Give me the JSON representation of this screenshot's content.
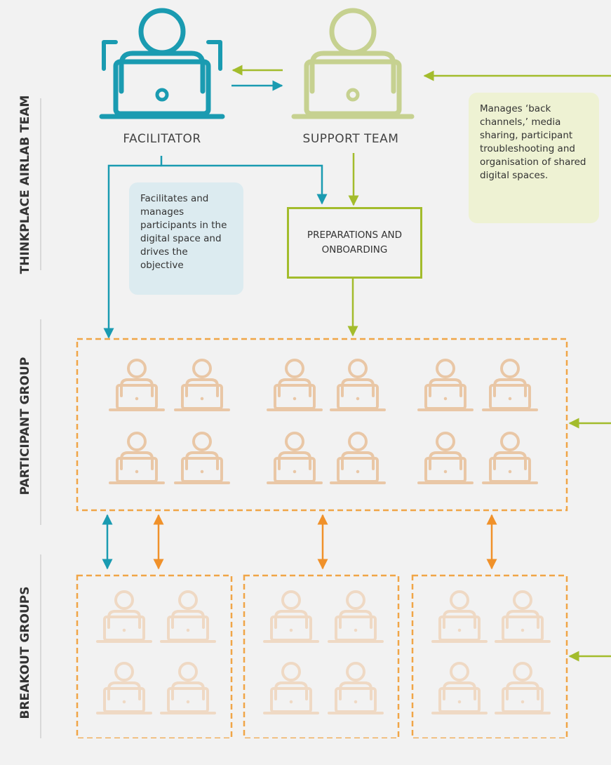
{
  "sections": {
    "team": "THINKPLACE  AIRLAB TEAM",
    "participant": "PARTICIPANT  GROUP",
    "breakout": "BREAKOUT GROUPS"
  },
  "roles": {
    "facilitator": "FACILITATOR",
    "support": "SUPPORT TEAM"
  },
  "notes": {
    "facilitator": "Facilitates and manages participants in the digital space and drives the objective",
    "support": "Manages ‘back channels,’ media sharing, participant troubleshooting and organisation of shared digital spaces."
  },
  "prep_box": "PREPARATIONS AND ONBOARDING",
  "colors": {
    "facilitator": "#1a9bb1",
    "support": "#a3bc2c",
    "support_icon": "#c6d190",
    "participant_icon": "#e9c7a6",
    "breakout_icon": "#efd9c4",
    "group_border": "#f0a547",
    "breakout_arrow": "#f0912a",
    "facilitator_note_bg": "#dcebf0",
    "support_note_bg": "#eef2d3"
  },
  "icons": {
    "facilitator": "person-laptop-focus-icon",
    "support": "person-laptop-icon",
    "participant": "person-laptop-icon",
    "breakout": "person-laptop-icon"
  }
}
